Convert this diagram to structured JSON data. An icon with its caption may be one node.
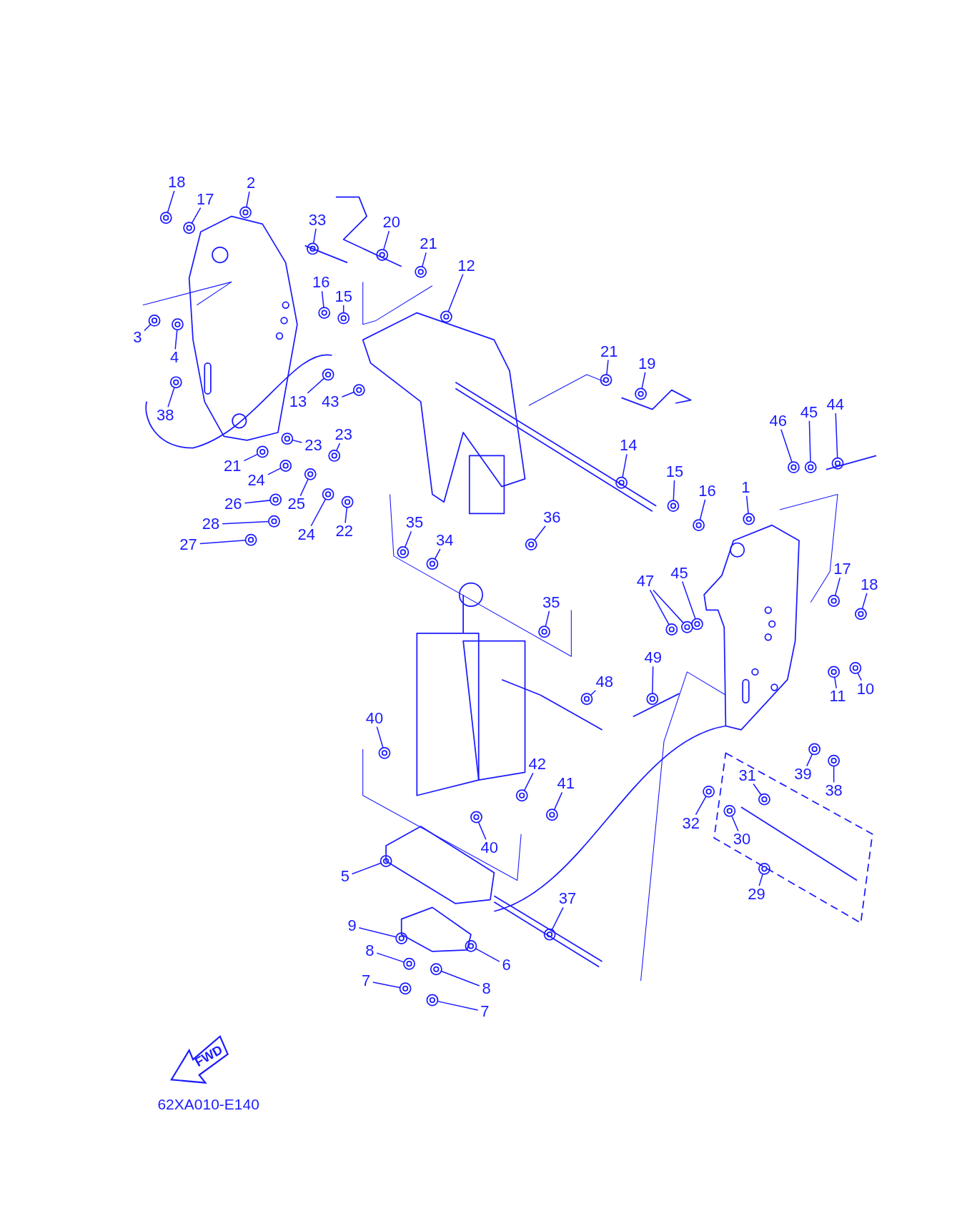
{
  "diagram": {
    "nodes": [
      {
        "text": [
          "18"
        ]
      },
      {
        "text": [
          "17"
        ]
      },
      {
        "text": [
          "2"
        ]
      },
      {
        "text": [
          "33"
        ]
      },
      {
        "text": [
          "20"
        ]
      },
      {
        "text": [
          "21"
        ]
      },
      {
        "text": [
          "12"
        ]
      },
      {
        "text": [
          "3"
        ]
      },
      {
        "text": [
          "4"
        ]
      },
      {
        "text": [
          "16"
        ]
      },
      {
        "text": [
          "15"
        ]
      },
      {
        "text": [
          "38"
        ]
      },
      {
        "text": [
          "13"
        ]
      },
      {
        "text": [
          "43"
        ]
      },
      {
        "text": [
          "21"
        ]
      },
      {
        "text": [
          "19"
        ]
      },
      {
        "text": [
          "23"
        ]
      },
      {
        "text": [
          "23"
        ]
      },
      {
        "text": [
          "21"
        ]
      },
      {
        "text": [
          "24"
        ]
      },
      {
        "text": [
          "26"
        ]
      },
      {
        "text": [
          "25"
        ]
      },
      {
        "text": [
          "28"
        ]
      },
      {
        "text": [
          "24"
        ]
      },
      {
        "text": [
          "22"
        ]
      },
      {
        "text": [
          "27"
        ]
      },
      {
        "text": [
          "14"
        ]
      },
      {
        "text": [
          "15"
        ]
      },
      {
        "text": [
          "16"
        ]
      },
      {
        "text": [
          "1"
        ]
      },
      {
        "text": [
          "46"
        ]
      },
      {
        "text": [
          "45"
        ]
      },
      {
        "text": [
          "44"
        ]
      },
      {
        "text": [
          "35"
        ]
      },
      {
        "text": [
          "34"
        ]
      },
      {
        "text": [
          "36"
        ]
      },
      {
        "text": [
          "47"
        ]
      },
      {
        "text": [
          "45"
        ]
      },
      {
        "text": [
          "17"
        ]
      },
      {
        "text": [
          "18"
        ]
      },
      {
        "text": [
          "35"
        ]
      },
      {
        "text": [
          "49"
        ]
      },
      {
        "text": [
          "48"
        ]
      },
      {
        "text": [
          "11"
        ]
      },
      {
        "text": [
          "10"
        ]
      },
      {
        "text": [
          "40"
        ]
      },
      {
        "text": [
          "42"
        ]
      },
      {
        "text": [
          "41"
        ]
      },
      {
        "text": [
          "39"
        ]
      },
      {
        "text": [
          "38"
        ]
      },
      {
        "text": [
          "31"
        ]
      },
      {
        "text": [
          "32"
        ]
      },
      {
        "text": [
          "30"
        ]
      },
      {
        "text": [
          "40"
        ]
      },
      {
        "text": [
          "5"
        ]
      },
      {
        "text": [
          "29"
        ]
      },
      {
        "text": [
          "37"
        ]
      },
      {
        "text": [
          "9"
        ]
      },
      {
        "text": [
          "6"
        ]
      },
      {
        "text": [
          "8"
        ]
      },
      {
        "text": [
          "8"
        ]
      },
      {
        "text": [
          "7"
        ]
      },
      {
        "text": [
          "7"
        ]
      },
      {
        "text": [],
        "shape": "circle"
      },
      {
        "text": [],
        "shape": "circle"
      },
      {
        "text": [],
        "shape": "circle"
      },
      {
        "text": [],
        "shape": "circle"
      },
      {
        "text": [],
        "shape": "circle"
      },
      {
        "text": [],
        "shape": "circle"
      },
      {
        "text": [],
        "shape": "circle"
      },
      {
        "text": [],
        "shape": "circle"
      },
      {
        "text": [],
        "shape": "circle"
      },
      {
        "text": [],
        "shape": "circle"
      },
      {
        "text": [],
        "shape": "circle"
      },
      {
        "text": [],
        "shape": "circle"
      },
      {
        "text": [],
        "shape": "circle"
      },
      {
        "text": [],
        "shape": "circle"
      },
      {
        "text": [],
        "shape": "circle"
      },
      {
        "text": [],
        "shape": "circle"
      },
      {
        "text": [],
        "shape": "circle"
      },
      {
        "text": [],
        "shape": "circle"
      },
      {
        "text": [],
        "shape": "circle"
      },
      {
        "text": [],
        "shape": "circle"
      },
      {
        "text": [],
        "shape": "circle"
      },
      {
        "text": [],
        "shape": "circle"
      },
      {
        "text": [],
        "shape": "circle"
      },
      {
        "text": [],
        "shape": "circle"
      },
      {
        "text": [],
        "shape": "circle"
      },
      {
        "text": [],
        "shape": "circle"
      },
      {
        "text": [],
        "shape": "circle"
      },
      {
        "text": [],
        "shape": "circle"
      },
      {
        "text": [],
        "shape": "circle"
      },
      {
        "text": [],
        "shape": "circle"
      },
      {
        "text": [],
        "shape": "circle"
      },
      {
        "text": [],
        "shape": "circle"
      },
      {
        "text": [],
        "shape": "circle"
      },
      {
        "text": [],
        "shape": "circle"
      },
      {
        "text": [],
        "shape": "circle"
      },
      {
        "text": [],
        "shape": "circle"
      },
      {
        "text": [],
        "shape": "circle"
      },
      {
        "text": [],
        "shape": "circle"
      },
      {
        "text": [],
        "shape": "circle"
      },
      {
        "text": [],
        "shape": "circle"
      },
      {
        "text": [],
        "shape": "circle"
      },
      {
        "text": [],
        "shape": "circle"
      },
      {
        "text": [],
        "shape": "circle"
      },
      {
        "text": [],
        "shape": "circle"
      },
      {
        "text": [],
        "shape": "circle"
      },
      {
        "text": [],
        "shape": "circle"
      },
      {
        "text": [],
        "shape": "circle"
      },
      {
        "text": [],
        "shape": "circle"
      },
      {
        "text": [],
        "shape": "circle"
      },
      {
        "text": [],
        "shape": "circle"
      },
      {
        "text": [],
        "shape": "circle"
      },
      {
        "text": [],
        "shape": "circle"
      },
      {
        "text": [],
        "shape": "circle"
      },
      {
        "text": [],
        "shape": "circle"
      },
      {
        "text": [],
        "shape": "circle"
      },
      {
        "text": [],
        "shape": "circle"
      },
      {
        "text": [],
        "shape": "circle"
      },
      {
        "text": [],
        "shape": "circle"
      },
      {
        "text": [],
        "shape": "circle"
      },
      {
        "text": [],
        "shape": "circle"
      },
      {
        "text": [],
        "shape": "circle"
      },
      {
        "text": [],
        "shape": "circle"
      },
      {
        "text": [],
        "shape": "circle"
      },
      {
        "text": [],
        "shape": "circle"
      }
    ],
    "edges": [
      {
        "from": 0,
        "to": 63,
        "arrow": "none"
      },
      {
        "from": 1,
        "to": 64,
        "arrow": "none"
      },
      {
        "from": 2,
        "to": 65,
        "arrow": "none"
      },
      {
        "from": 3,
        "to": 66,
        "arrow": "none"
      },
      {
        "from": 4,
        "to": 67,
        "arrow": "none"
      },
      {
        "from": 5,
        "to": 68,
        "arrow": "none"
      },
      {
        "from": 6,
        "to": 69,
        "arrow": "none"
      },
      {
        "from": 7,
        "to": 70,
        "arrow": "none"
      },
      {
        "from": 8,
        "to": 71,
        "arrow": "none"
      },
      {
        "from": 9,
        "to": 72,
        "arrow": "none"
      },
      {
        "from": 10,
        "to": 73,
        "arrow": "none"
      },
      {
        "from": 11,
        "to": 74,
        "arrow": "none"
      },
      {
        "from": 12,
        "to": 75,
        "arrow": "none"
      },
      {
        "from": 13,
        "to": 76,
        "arrow": "none"
      },
      {
        "from": 14,
        "to": 77,
        "arrow": "none"
      },
      {
        "from": 15,
        "to": 78,
        "arrow": "none"
      },
      {
        "from": 16,
        "to": 79,
        "arrow": "none"
      },
      {
        "from": 17,
        "to": 80,
        "arrow": "none"
      },
      {
        "from": 18,
        "to": 81,
        "arrow": "none"
      },
      {
        "from": 19,
        "to": 82,
        "arrow": "none"
      },
      {
        "from": 20,
        "to": 83,
        "arrow": "none"
      },
      {
        "from": 21,
        "to": 84,
        "arrow": "none"
      },
      {
        "from": 22,
        "to": 85,
        "arrow": "none"
      },
      {
        "from": 23,
        "to": 86,
        "arrow": "none"
      },
      {
        "from": 24,
        "to": 87,
        "arrow": "none"
      },
      {
        "from": 25,
        "to": 88,
        "arrow": "none"
      },
      {
        "from": 26,
        "to": 89,
        "arrow": "none"
      },
      {
        "from": 27,
        "to": 90,
        "arrow": "none"
      },
      {
        "from": 28,
        "to": 91,
        "arrow": "none"
      },
      {
        "from": 29,
        "to": 92,
        "arrow": "none"
      },
      {
        "from": 30,
        "to": 93,
        "arrow": "none"
      },
      {
        "from": 31,
        "to": 94,
        "arrow": "none"
      },
      {
        "from": 32,
        "to": 95,
        "arrow": "none"
      },
      {
        "from": 33,
        "to": 96,
        "arrow": "none"
      },
      {
        "from": 34,
        "to": 97,
        "arrow": "none"
      },
      {
        "from": 35,
        "to": 98,
        "arrow": "none"
      },
      {
        "from": 36,
        "to": 99,
        "arrow": "none"
      },
      {
        "from": 36,
        "to": 100,
        "arrow": "none"
      },
      {
        "from": 37,
        "to": 101,
        "arrow": "none"
      },
      {
        "from": 38,
        "to": 102,
        "arrow": "none"
      },
      {
        "from": 39,
        "to": 103,
        "arrow": "none"
      },
      {
        "from": 40,
        "to": 104,
        "arrow": "none"
      },
      {
        "from": 41,
        "to": 105,
        "arrow": "none"
      },
      {
        "from": 42,
        "to": 106,
        "arrow": "none"
      },
      {
        "from": 43,
        "to": 107,
        "arrow": "none"
      },
      {
        "from": 44,
        "to": 108,
        "arrow": "none"
      },
      {
        "from": 45,
        "to": 109,
        "arrow": "none"
      },
      {
        "from": 46,
        "to": 110,
        "arrow": "none"
      },
      {
        "from": 47,
        "to": 111,
        "arrow": "none"
      },
      {
        "from": 48,
        "to": 112,
        "arrow": "none"
      },
      {
        "from": 49,
        "to": 113,
        "arrow": "none"
      },
      {
        "from": 50,
        "to": 114,
        "arrow": "none"
      },
      {
        "from": 51,
        "to": 115,
        "arrow": "none"
      },
      {
        "from": 52,
        "to": 116,
        "arrow": "none"
      },
      {
        "from": 53,
        "to": 117,
        "arrow": "none"
      },
      {
        "from": 54,
        "to": 118,
        "arrow": "none"
      },
      {
        "from": 55,
        "to": 119,
        "arrow": "none"
      },
      {
        "from": 56,
        "to": 120,
        "arrow": "none"
      },
      {
        "from": 57,
        "to": 121,
        "arrow": "none"
      },
      {
        "from": 58,
        "to": 122,
        "arrow": "none"
      },
      {
        "from": 59,
        "to": 123,
        "arrow": "none"
      },
      {
        "from": 60,
        "to": 124,
        "arrow": "none"
      },
      {
        "from": 61,
        "to": 125,
        "arrow": "none"
      },
      {
        "from": 62,
        "to": 126,
        "arrow": "none"
      }
    ],
    "labels": [
      "FWD",
      "62XA010-E140"
    ]
  }
}
